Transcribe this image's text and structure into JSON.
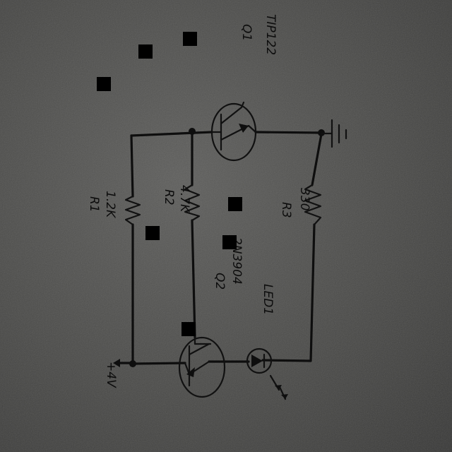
{
  "diagram": {
    "components": {
      "q1": {
        "kind": "npn-transistor",
        "label_part": "TIP122",
        "label_name": "Q1"
      },
      "q2": {
        "kind": "npn-transistor",
        "label_part": "2N3904",
        "label_name": "Q2"
      },
      "r1": {
        "kind": "resistor",
        "label_value": "1.2K",
        "label_name": "R1"
      },
      "r2": {
        "kind": "resistor",
        "label_value": "4.7K",
        "label_name": "R2"
      },
      "r3": {
        "kind": "resistor",
        "label_value": "330",
        "label_name": "R3"
      },
      "led": {
        "kind": "led",
        "label_name": "LED1"
      },
      "ground": {
        "kind": "ground-symbol"
      },
      "supply": {
        "kind": "supply-terminal",
        "label": "+4V"
      }
    }
  },
  "colors": {
    "paper": "#4a4a48",
    "ink": "#0e0e0e",
    "redaction": "#000000"
  }
}
